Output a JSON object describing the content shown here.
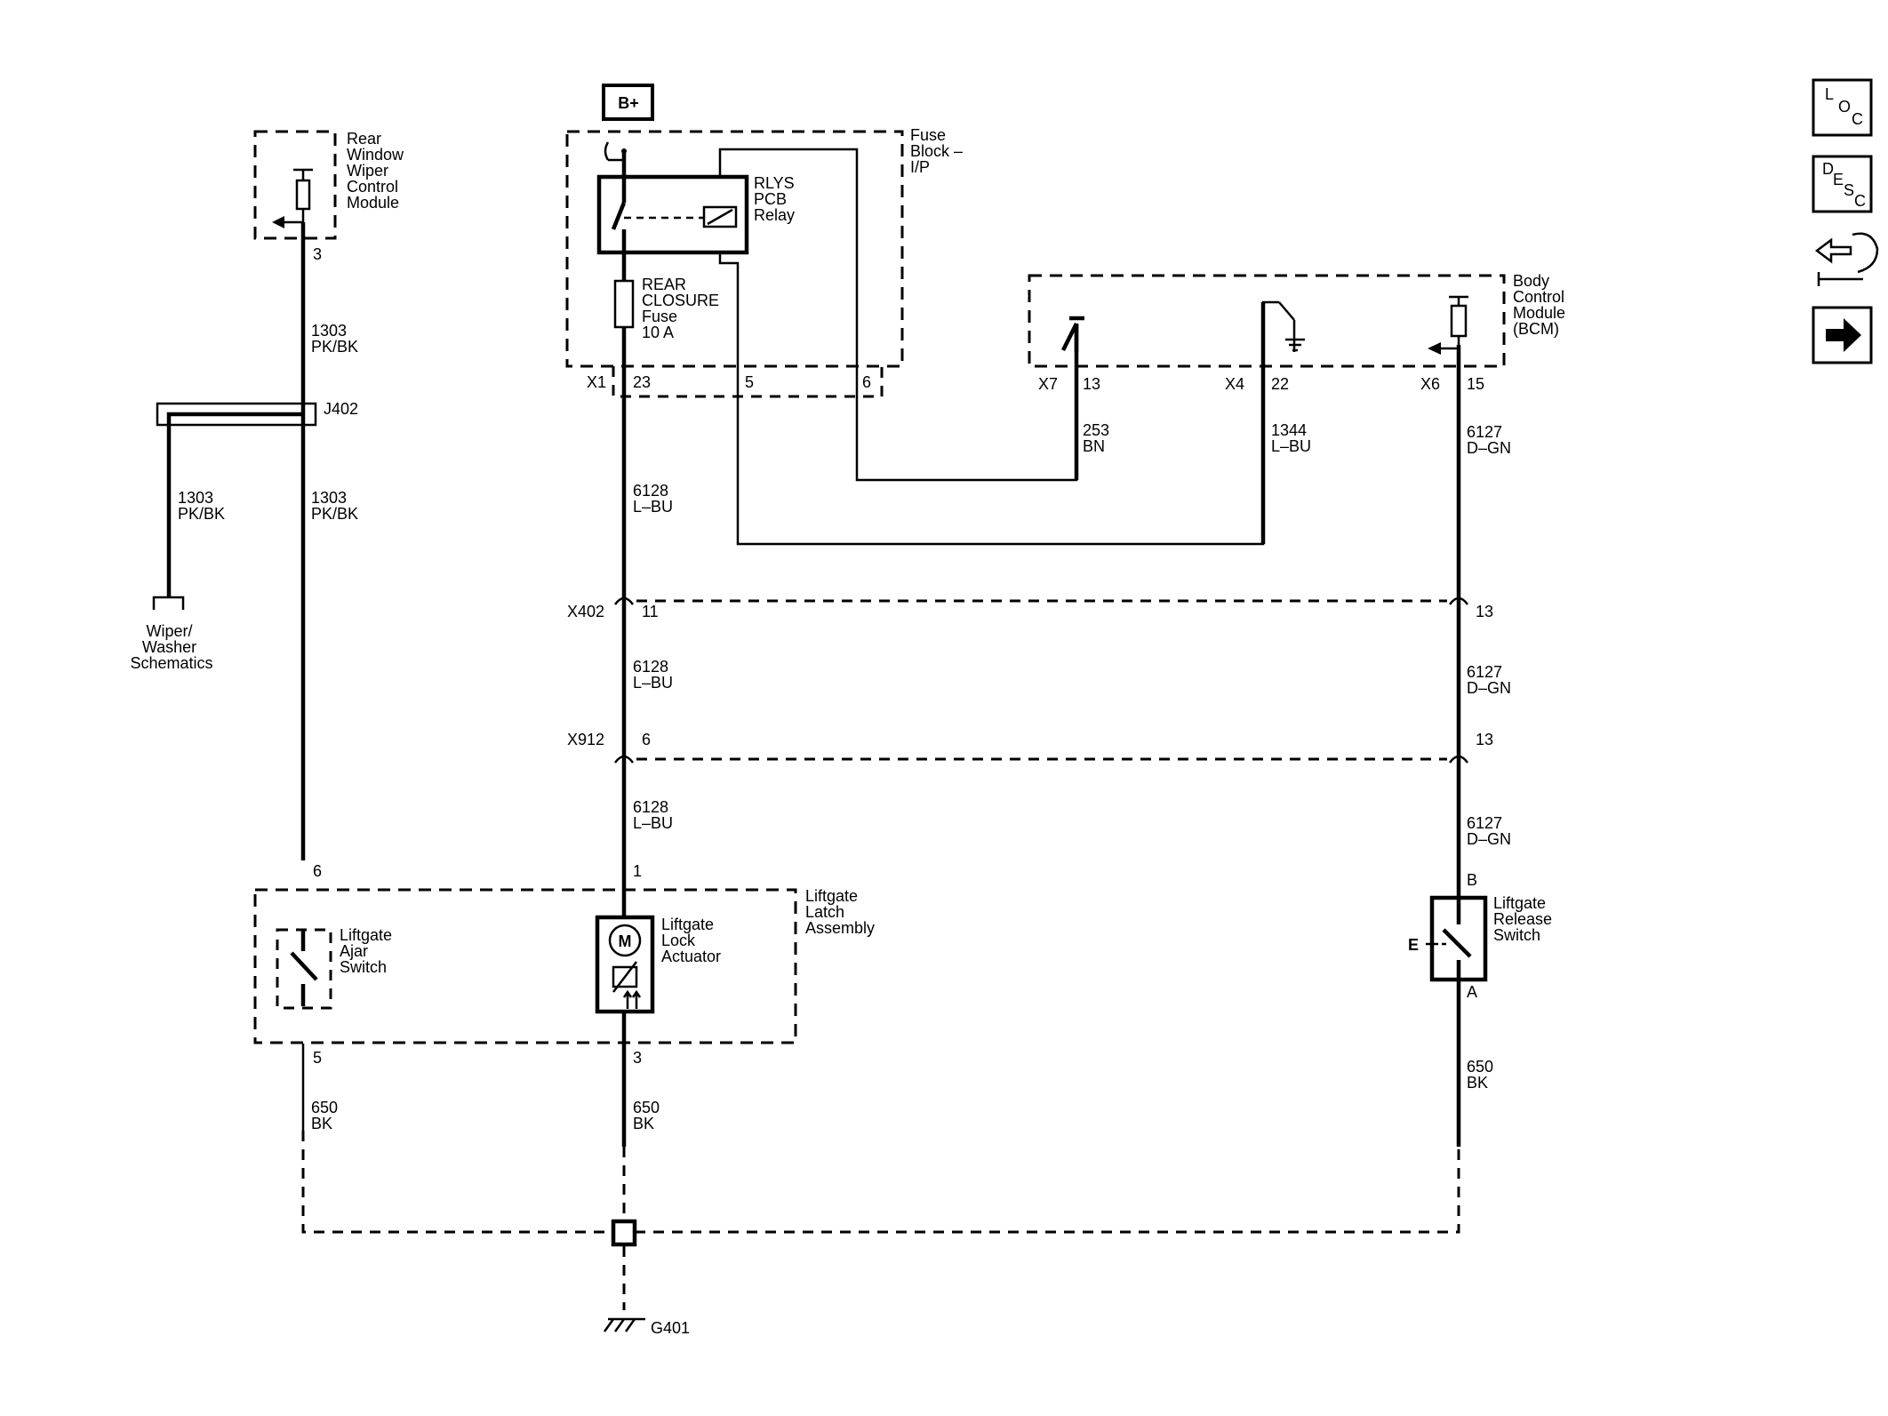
{
  "power": {
    "label": "B+"
  },
  "modules": {
    "rear_wiper": [
      "Rear",
      "Window",
      "Wiper",
      "Control",
      "Module"
    ],
    "fuse_block": [
      "Fuse",
      "Block –",
      "I/P"
    ],
    "bcm": [
      "Body",
      "Control",
      "Module",
      "(BCM)"
    ],
    "liftgate_latch": [
      "Liftgate",
      "Latch",
      "Assembly"
    ]
  },
  "components": {
    "relay": [
      "RLYS",
      "PCB",
      "Relay"
    ],
    "fuse": [
      "REAR",
      "CLOSURE",
      "Fuse",
      "10 A"
    ],
    "ajar_switch": [
      "Liftgate",
      "Ajar",
      "Switch"
    ],
    "lock_actuator": [
      "Liftgate",
      "Lock",
      "Actuator"
    ],
    "release_switch": [
      "Liftgate",
      "Release",
      "Switch"
    ],
    "motor_symbol": "M",
    "release_actuator_symbol": "E"
  },
  "connectors": {
    "x1": "X1",
    "x1_p23": "23",
    "x1_p5": "5",
    "x1_p6": "6",
    "x7": "X7",
    "x7_p13": "13",
    "x4": "X4",
    "x4_p22": "22",
    "x6": "X6",
    "x6_p15": "15",
    "x402": "X402",
    "x402_p11": "11",
    "x402_p13": "13",
    "x912": "X912",
    "x912_p6": "6",
    "x912_p13": "13",
    "wiper_pin": "3",
    "ajar_pin6": "6",
    "ajar_pin5": "5",
    "actuator_pin1": "1",
    "actuator_pin3": "3",
    "release_pinB": "B",
    "release_pinA": "A"
  },
  "wires": {
    "w1303": [
      "1303",
      "PK/BK"
    ],
    "w6128": [
      "6128",
      "L–BU"
    ],
    "w6127": [
      "6127",
      "D–GN"
    ],
    "w253": [
      "253",
      "BN"
    ],
    "w1344": [
      "1344",
      "L–BU"
    ],
    "w650": [
      "650",
      "BK"
    ]
  },
  "splice": {
    "label": "J402"
  },
  "ground": {
    "label": "G401"
  },
  "reference": [
    "Wiper/",
    "Washer",
    "Schematics"
  ],
  "nav": {
    "loc": [
      "L",
      "O",
      "C"
    ],
    "desc": [
      "D",
      "E",
      "S",
      "C"
    ]
  }
}
